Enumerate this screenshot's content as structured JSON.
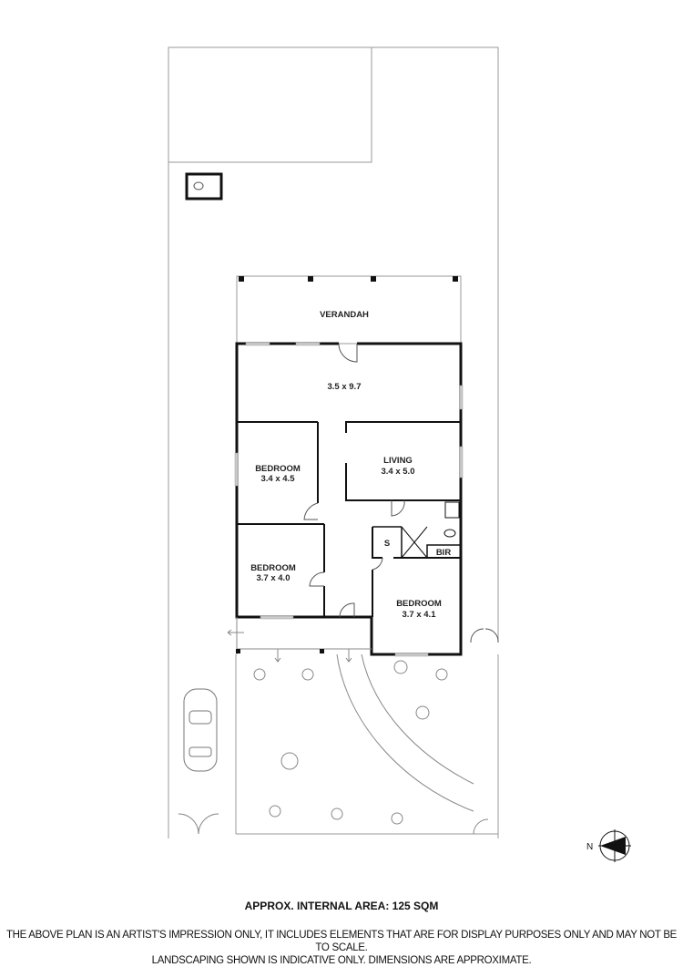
{
  "rooms": {
    "verandah": "VERANDAH",
    "main": {
      "dims": "3.5 x 9.7"
    },
    "bedroom1": {
      "name": "BEDROOM",
      "dims": "3.4 x 4.5"
    },
    "living": {
      "name": "LIVING",
      "dims": "3.4 x 5.0"
    },
    "bedroom2": {
      "name": "BEDROOM",
      "dims": "3.7 x 4.0"
    },
    "bedroom3": {
      "name": "BEDROOM",
      "dims": "3.7 x 4.1"
    },
    "store": "S",
    "bir": "BIR"
  },
  "compass": {
    "label": "N"
  },
  "footer": {
    "area": "APPROX. INTERNAL AREA: 125 SQM",
    "disclaimer_line1": "THE ABOVE PLAN IS AN ARTIST'S IMPRESSION ONLY, IT INCLUDES ELEMENTS THAT ARE FOR DISPLAY PURPOSES ONLY AND MAY NOT BE TO SCALE.",
    "disclaimer_line2": "LANDSCAPING SHOWN IS INDICATIVE ONLY. DIMENSIONS ARE APPROXIMATE."
  }
}
